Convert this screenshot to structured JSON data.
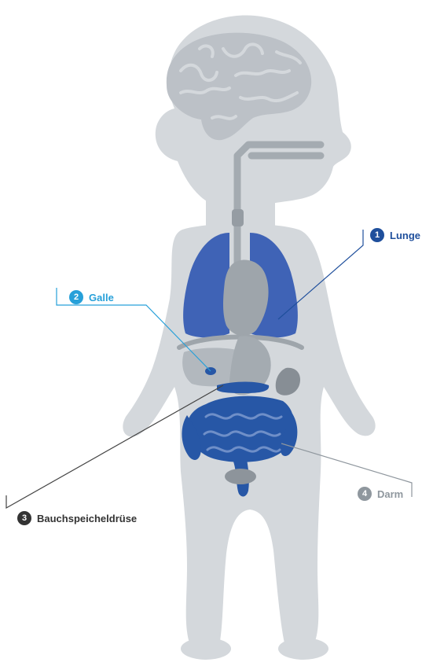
{
  "colors": {
    "body": "#d4d8dc",
    "brain": "#bcc1c7",
    "organ_gray": "#9ea5ab",
    "organ_dark": "#878e95",
    "lung_blue": "#3f63b6",
    "intestine_blue": "#2757a6",
    "lunge": "#1f4f9c",
    "galle": "#27a0d9",
    "bauch": "#333333",
    "darm": "#8f979e"
  },
  "labels": [
    {
      "id": "lunge",
      "number": "1",
      "text": "Lunge"
    },
    {
      "id": "galle",
      "number": "2",
      "text": "Galle"
    },
    {
      "id": "bauch",
      "number": "3",
      "text": "Bauchspeicheldrüse"
    },
    {
      "id": "darm",
      "number": "4",
      "text": "Darm"
    }
  ]
}
